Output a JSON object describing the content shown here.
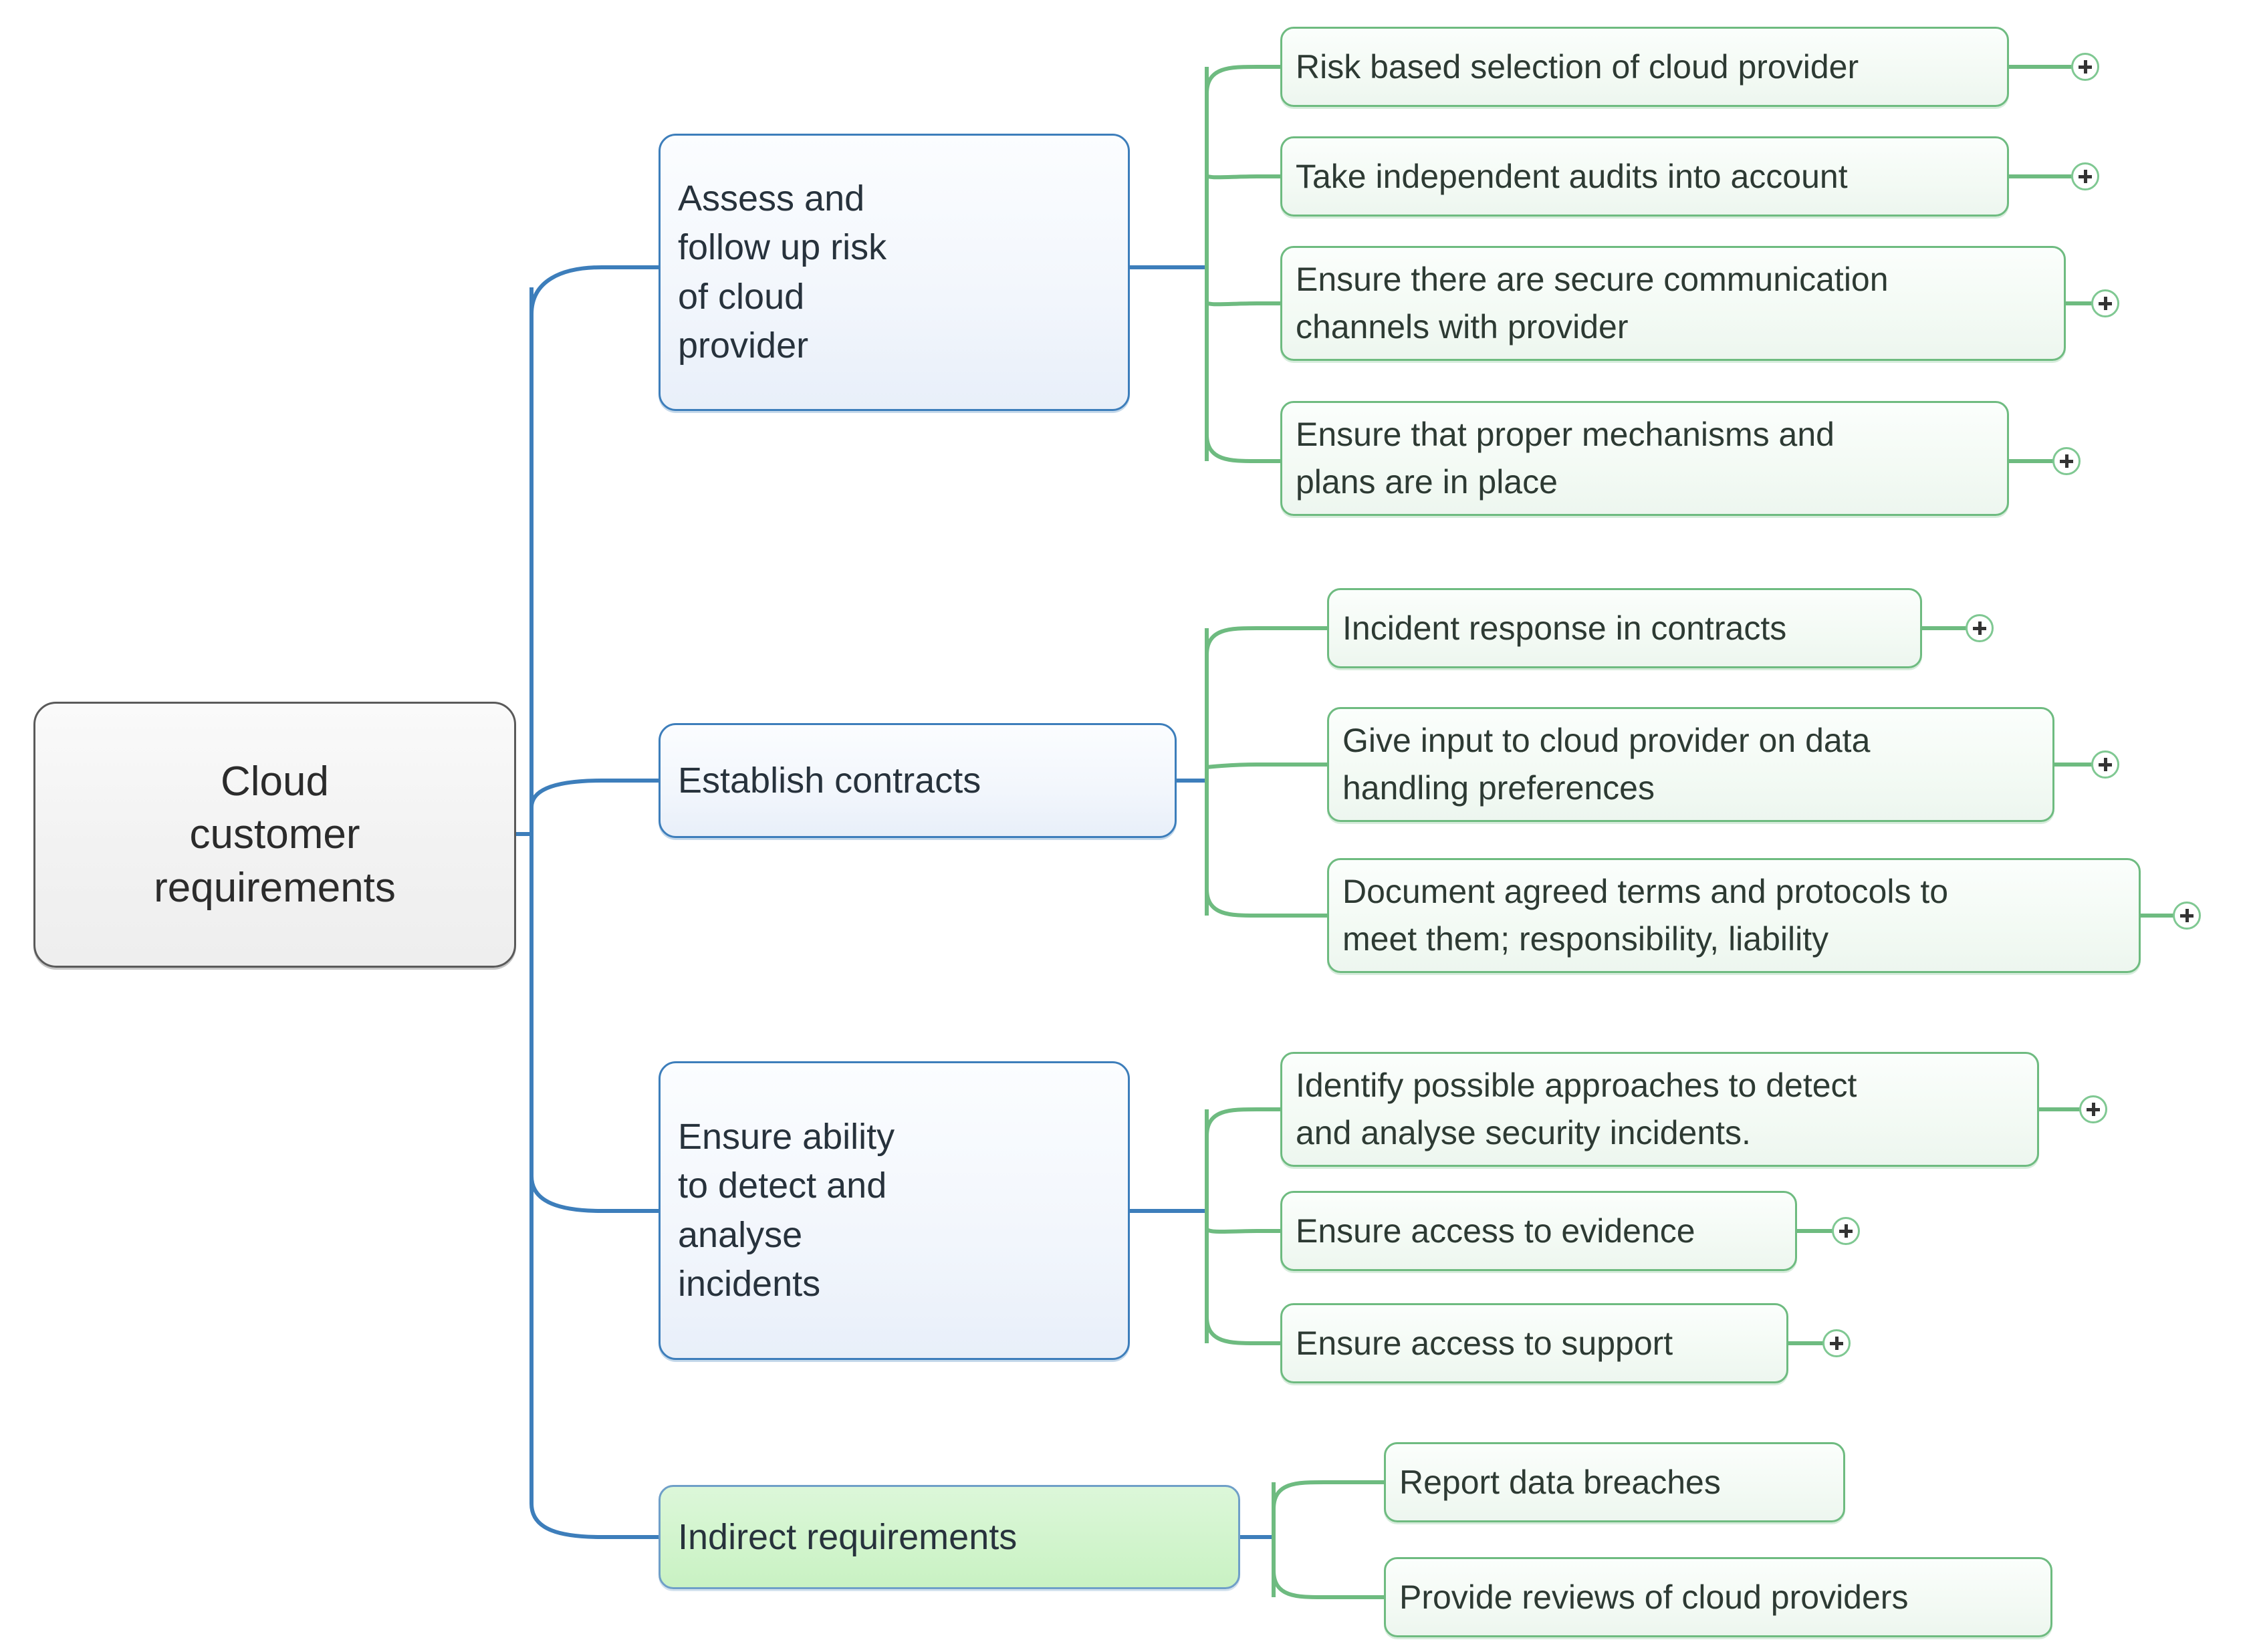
{
  "diagram": {
    "type": "mind-map",
    "title": "Cloud customer requirements",
    "root": {
      "label": "Cloud\ncustomer\nrequirements"
    },
    "branches": [
      {
        "label": "Assess and\nfollow up risk\nof cloud\nprovider",
        "style": "blue",
        "children": [
          {
            "label": "Risk based selection of cloud provider",
            "expandable": true
          },
          {
            "label": "Take independent audits into account",
            "expandable": true
          },
          {
            "label": "Ensure there are secure communication\nchannels with provider",
            "expandable": true
          },
          {
            "label": "Ensure that proper mechanisms and\nplans are in place",
            "expandable": true
          }
        ]
      },
      {
        "label": "Establish contracts",
        "style": "blue",
        "children": [
          {
            "label": "Incident response in contracts",
            "expandable": true
          },
          {
            "label": "Give input to cloud provider on data\nhandling preferences",
            "expandable": true
          },
          {
            "label": "Document agreed terms and protocols to\nmeet them; responsibility, liability",
            "expandable": true
          }
        ]
      },
      {
        "label": "Ensure ability\nto detect and\nanalyse\nincidents",
        "style": "blue",
        "children": [
          {
            "label": "Identify possible approaches to detect\nand analyse security incidents.",
            "expandable": true
          },
          {
            "label": "Ensure access to evidence",
            "expandable": true
          },
          {
            "label": "Ensure access to support",
            "expandable": true
          }
        ]
      },
      {
        "label": "Indirect requirements",
        "style": "green",
        "children": [
          {
            "label": "Report data breaches",
            "expandable": false
          },
          {
            "label": "Provide reviews of cloud providers",
            "expandable": false
          }
        ]
      }
    ],
    "icons": {
      "expand": "plus-icon"
    },
    "colors": {
      "root_border": "#5a5a5a",
      "root_fill": "#f2f2f2",
      "branch_border": "#3d7ebb",
      "branch_fill": "#eef4fb",
      "green_branch_fill": "#c9f2c3",
      "leaf_border": "#6ebb80",
      "leaf_fill": "#f3faf4",
      "connector_blue": "#3d7ebb",
      "connector_green": "#6ebb80",
      "text": "#2b3540"
    }
  }
}
